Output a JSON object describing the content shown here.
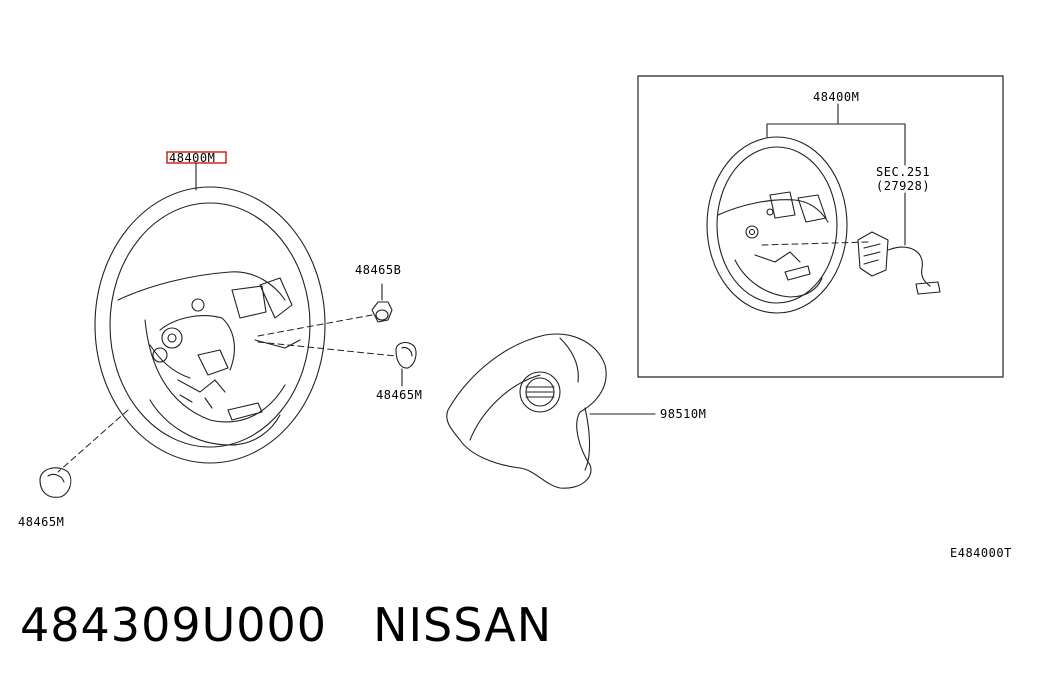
{
  "labels": {
    "main_wheel": "48400M",
    "pad_nut": "48465B",
    "cap_right": "48465M",
    "cap_left": "48465M",
    "airbag": "98510M",
    "inset_wheel": "48400M",
    "sec_ref": "SEC.251",
    "sec_part": "(27928)",
    "diagram_code": "E484000T"
  },
  "caption": {
    "part_number": "484309U000",
    "brand": "NISSAN"
  },
  "highlight_color": "#d00000"
}
